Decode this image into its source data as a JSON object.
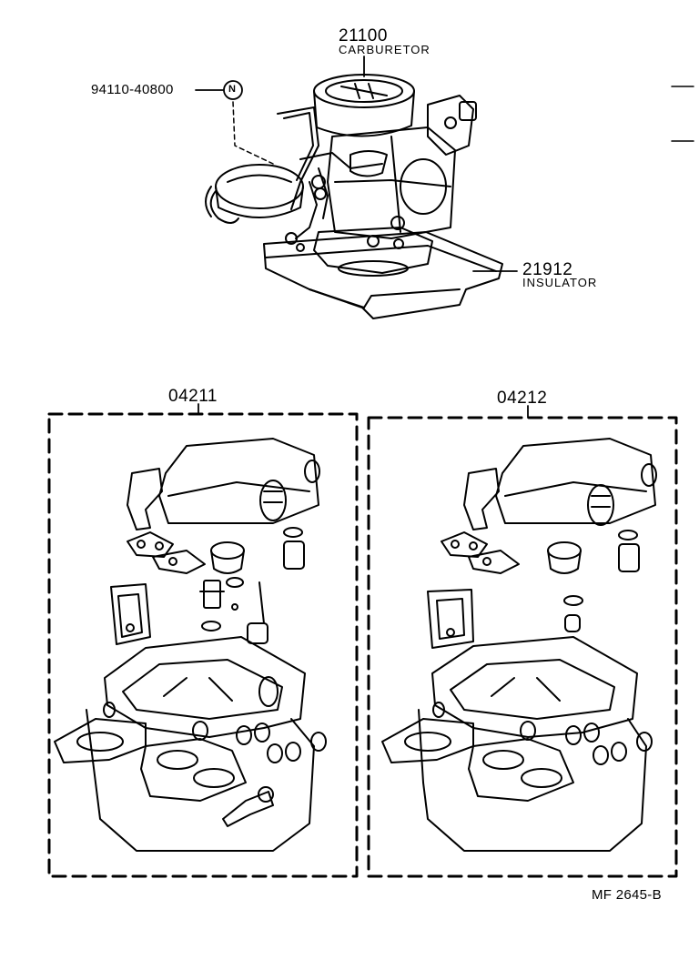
{
  "parts": {
    "carburetor": {
      "number": "21100",
      "name": "CARBURETOR"
    },
    "insulator": {
      "number": "21912",
      "name": "INSULATOR"
    },
    "nut": {
      "number": "94110-40800",
      "symbol": "N"
    }
  },
  "kits": [
    {
      "number": "04211"
    },
    {
      "number": "04212"
    }
  ],
  "drawing_code": "MF 2645-B"
}
